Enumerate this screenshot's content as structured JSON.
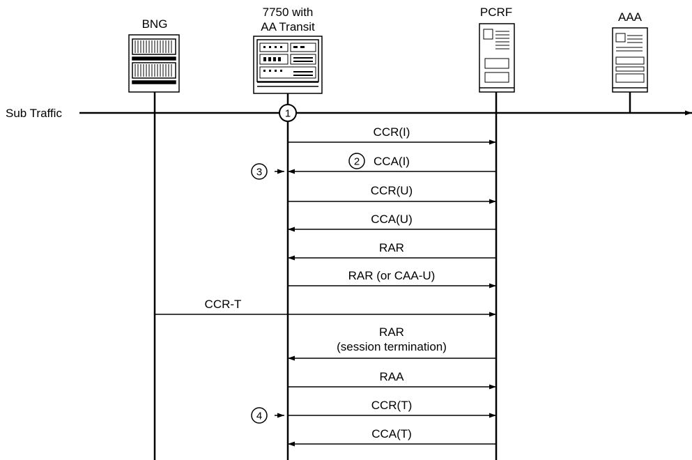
{
  "entities": {
    "bng": "BNG",
    "aa_line1": "7750 with",
    "aa_line2": "AA Transit",
    "pcrf": "PCRF",
    "aaa": "AAA"
  },
  "sub_traffic": "Sub Traffic",
  "steps": {
    "s1": "1",
    "s2": "2",
    "s3": "3",
    "s4": "4"
  },
  "messages": {
    "ccr_i": "CCR(I)",
    "cca_i": "CCA(I)",
    "ccr_u": "CCR(U)",
    "cca_u": "CCA(U)",
    "rar1": "RAR",
    "rar_or_caa": "RAR (or CAA-U)",
    "ccr_t_bng": "CCR-T",
    "rar_term_line1": "RAR",
    "rar_term_line2": "(session termination)",
    "raa": "RAA",
    "ccr_t": "CCR(T)",
    "cca_t": "CCA(T)"
  }
}
